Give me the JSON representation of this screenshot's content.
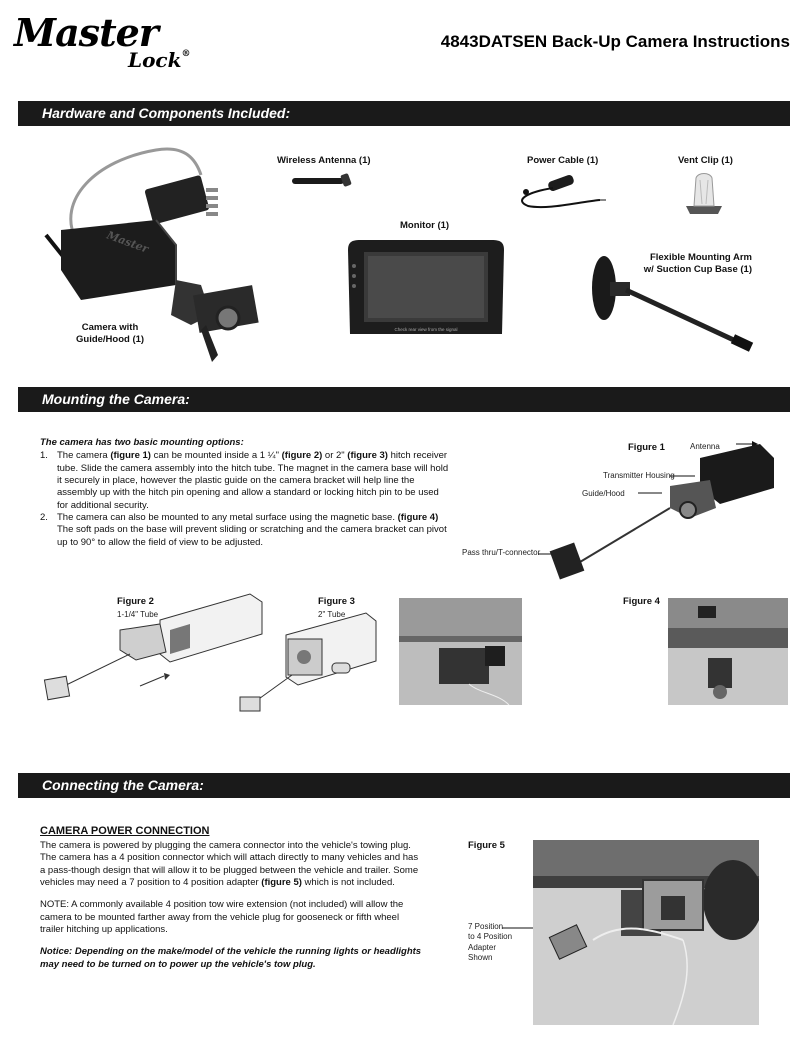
{
  "header": {
    "logo_line1": "Master",
    "logo_line2": "Lock",
    "logo_reg": "®",
    "title": "4843DATSEN Back-Up Camera Instructions"
  },
  "sections": {
    "hardware": "Hardware and Components Included:",
    "mounting": "Mounting the Camera:",
    "connecting": "Connecting the Camera:"
  },
  "hardware": {
    "antenna": "Wireless Antenna (1)",
    "power_cable": "Power Cable (1)",
    "vent_clip": "Vent Clip (1)",
    "monitor": "Monitor (1)",
    "arm_line1": "Flexible Mounting Arm",
    "arm_line2": "w/ Suction Cup Base (1)",
    "camera_line1": "Camera with",
    "camera_line2": "Guide/Hood (1)",
    "monitor_caption": "Check rear view from the signal",
    "camera_brand": "Master"
  },
  "mounting": {
    "intro": "The camera has two basic mounting options:",
    "item1_num": "1.",
    "item1_a": "The camera ",
    "item1_b": "(figure 1)",
    "item1_c": " can be mounted inside a 1 ¼\" ",
    "item1_d": "(figure 2)",
    "item1_e": " or 2\" ",
    "item1_f": "(figure 3)",
    "item1_g": " hitch receiver tube. Slide the camera assembly into the hitch tube. The magnet in the camera base will hold it securely in place, however the plastic guide on the camera bracket will help line the assembly up with the hitch pin opening and allow a standard or locking hitch pin to be used for additional security.",
    "item2_num": "2.",
    "item2_a": "The camera can also be mounted to any metal surface using the magnetic base. ",
    "item2_b": "(figure 4)",
    "item2_c": " The soft pads on the base will prevent sliding or scratching and the camera bracket can pivot up to 90° to allow the field of view to be adjusted.",
    "fig1": "Figure 1",
    "fig1_antenna": "Antenna",
    "fig1_housing": "Transmitter Housing",
    "fig1_guide": "Guide/Hood",
    "fig1_pass": "Pass thru/T-connector",
    "fig2": "Figure 2",
    "fig2_sub": "1-1/4\" Tube",
    "fig3": "Figure 3",
    "fig3_sub": "2\" Tube",
    "fig4": "Figure 4"
  },
  "connecting": {
    "subhead": "CAMERA POWER CONNECTION",
    "p1_a": "The camera is powered by plugging the camera connector into the vehicle's towing plug. The camera has a 4 position connector which will attach directly to many vehicles and has a pass-though design that will allow it to be plugged between the vehicle and trailer. Some vehicles may need a 7 position to 4 position adapter ",
    "p1_b": "(figure 5)",
    "p1_c": " which is not included.",
    "p2": "NOTE: A commonly available 4 position tow wire extension (not included) will allow the camera to be mounted farther away from the vehicle plug for gooseneck or fifth wheel trailer hitching up applications.",
    "p3": "Notice: Depending on the make/model of the vehicle the running lights or headlights may need to be turned on to power up the vehicle's tow plug.",
    "fig5": "Figure 5",
    "fig5_l1": "7 Position",
    "fig5_l2": "to 4 Position",
    "fig5_l3": "Adapter",
    "fig5_l4": "Shown"
  }
}
